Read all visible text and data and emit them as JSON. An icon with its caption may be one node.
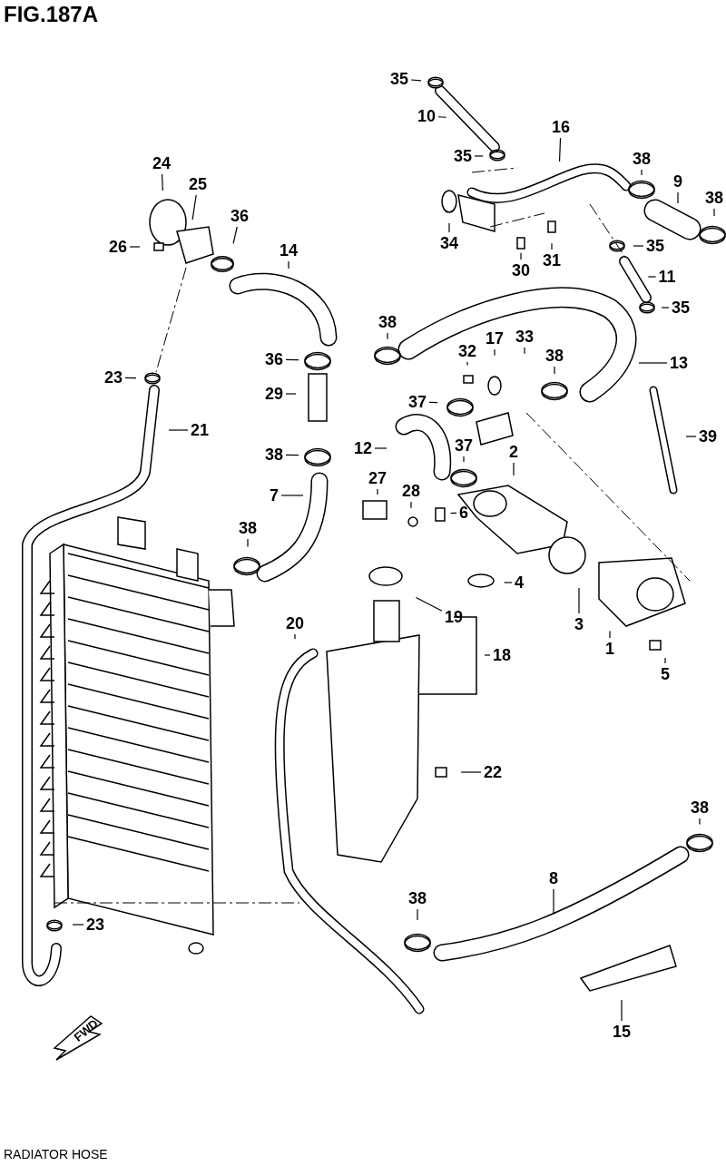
{
  "diagram": {
    "title": "FIG.187A",
    "caption": "RADIATOR HOSE",
    "nodes": [
      {
        "text": [
          "35"
        ]
      },
      {
        "text": [
          "10"
        ]
      },
      {
        "text": [
          "16"
        ]
      },
      {
        "text": [
          "35"
        ]
      },
      {
        "text": [
          "38"
        ]
      },
      {
        "text": [
          "9"
        ]
      },
      {
        "text": [
          "38"
        ]
      },
      {
        "text": [
          "34"
        ]
      },
      {
        "text": [
          "30"
        ]
      },
      {
        "text": [
          "31"
        ]
      },
      {
        "text": [
          "35"
        ]
      },
      {
        "text": [
          "14"
        ]
      },
      {
        "text": [
          "11"
        ]
      },
      {
        "text": [
          "35"
        ]
      },
      {
        "text": [
          "38"
        ]
      },
      {
        "text": [
          "36"
        ]
      },
      {
        "text": [
          "32"
        ]
      },
      {
        "text": [
          "17"
        ]
      },
      {
        "text": [
          "33"
        ]
      },
      {
        "text": [
          "38"
        ]
      },
      {
        "text": [
          "13"
        ]
      },
      {
        "text": [
          "23"
        ]
      },
      {
        "text": [
          "29"
        ]
      },
      {
        "text": [
          "37"
        ]
      },
      {
        "text": [
          "21"
        ]
      },
      {
        "text": [
          "39"
        ]
      },
      {
        "text": [
          "12"
        ]
      },
      {
        "text": [
          "37"
        ]
      },
      {
        "text": [
          "38"
        ]
      },
      {
        "text": [
          "2"
        ]
      },
      {
        "text": [
          "27"
        ]
      },
      {
        "text": [
          "28"
        ]
      },
      {
        "text": [
          "7"
        ]
      },
      {
        "text": [
          "6"
        ]
      },
      {
        "text": [
          "38"
        ]
      },
      {
        "text": [
          "4"
        ]
      },
      {
        "text": [
          "19"
        ]
      },
      {
        "text": [
          "20"
        ]
      },
      {
        "text": [
          "18"
        ]
      },
      {
        "text": [
          "3"
        ]
      },
      {
        "text": [
          "1"
        ]
      },
      {
        "text": [
          "5"
        ]
      },
      {
        "text": [
          "22"
        ]
      },
      {
        "text": [
          "38"
        ]
      },
      {
        "text": [
          "8"
        ]
      },
      {
        "text": [
          "38"
        ]
      },
      {
        "text": [
          "23"
        ]
      },
      {
        "text": [
          "15"
        ]
      },
      {
        "text": [
          "24"
        ]
      },
      {
        "text": [
          "25"
        ]
      },
      {
        "text": [
          "26"
        ]
      },
      {
        "text": [
          "36"
        ]
      }
    ],
    "edges": [
      {
        "from": 0,
        "to": null,
        "arrow": "none"
      },
      {
        "from": 1,
        "to": null,
        "arrow": "none"
      },
      {
        "from": 2,
        "to": null,
        "arrow": "none"
      },
      {
        "from": 3,
        "to": null,
        "arrow": "none"
      },
      {
        "from": 4,
        "to": null,
        "arrow": "none"
      },
      {
        "from": 5,
        "to": null,
        "arrow": "none"
      },
      {
        "from": 6,
        "to": null,
        "arrow": "none"
      },
      {
        "from": 7,
        "to": null,
        "arrow": "none"
      },
      {
        "from": 8,
        "to": null,
        "arrow": "none"
      },
      {
        "from": 9,
        "to": null,
        "arrow": "none"
      },
      {
        "from": 10,
        "to": null,
        "arrow": "none"
      },
      {
        "from": 11,
        "to": null,
        "arrow": "none"
      },
      {
        "from": 12,
        "to": null,
        "arrow": "none"
      },
      {
        "from": 13,
        "to": null,
        "arrow": "none"
      },
      {
        "from": 14,
        "to": null,
        "arrow": "none"
      },
      {
        "from": 15,
        "to": null,
        "arrow": "none"
      },
      {
        "from": 16,
        "to": null,
        "arrow": "none"
      },
      {
        "from": 17,
        "to": null,
        "arrow": "none"
      },
      {
        "from": 18,
        "to": null,
        "arrow": "none"
      },
      {
        "from": 19,
        "to": null,
        "arrow": "none"
      },
      {
        "from": 20,
        "to": null,
        "arrow": "none"
      },
      {
        "from": 21,
        "to": null,
        "arrow": "none"
      },
      {
        "from": 22,
        "to": null,
        "arrow": "none"
      },
      {
        "from": 23,
        "to": null,
        "arrow": "none"
      },
      {
        "from": 24,
        "to": null,
        "arrow": "none"
      },
      {
        "from": 25,
        "to": null,
        "arrow": "none"
      },
      {
        "from": 26,
        "to": null,
        "arrow": "none"
      },
      {
        "from": 27,
        "to": null,
        "arrow": "none"
      },
      {
        "from": 28,
        "to": null,
        "arrow": "none"
      },
      {
        "from": 29,
        "to": null,
        "arrow": "none"
      },
      {
        "from": 30,
        "to": null,
        "arrow": "none"
      },
      {
        "from": 31,
        "to": null,
        "arrow": "none"
      },
      {
        "from": 32,
        "to": null,
        "arrow": "none"
      },
      {
        "from": 33,
        "to": null,
        "arrow": "none"
      },
      {
        "from": 34,
        "to": null,
        "arrow": "none"
      },
      {
        "from": 35,
        "to": null,
        "arrow": "none"
      },
      {
        "from": 36,
        "to": null,
        "arrow": "none"
      },
      {
        "from": 37,
        "to": null,
        "arrow": "none"
      },
      {
        "from": 38,
        "to": null,
        "arrow": "none"
      },
      {
        "from": 39,
        "to": null,
        "arrow": "none"
      },
      {
        "from": 40,
        "to": null,
        "arrow": "none"
      },
      {
        "from": 41,
        "to": null,
        "arrow": "none"
      },
      {
        "from": 42,
        "to": null,
        "arrow": "none"
      },
      {
        "from": 43,
        "to": null,
        "arrow": "none"
      },
      {
        "from": 44,
        "to": null,
        "arrow": "none"
      },
      {
        "from": 45,
        "to": null,
        "arrow": "none"
      },
      {
        "from": 46,
        "to": null,
        "arrow": "none"
      },
      {
        "from": 47,
        "to": null,
        "arrow": "none"
      },
      {
        "from": 48,
        "to": null,
        "arrow": "none"
      },
      {
        "from": 49,
        "to": null,
        "arrow": "none"
      },
      {
        "from": 50,
        "to": null,
        "arrow": "none"
      },
      {
        "from": 51,
        "to": null,
        "arrow": "none"
      }
    ],
    "labels": [
      "FWD"
    ]
  }
}
